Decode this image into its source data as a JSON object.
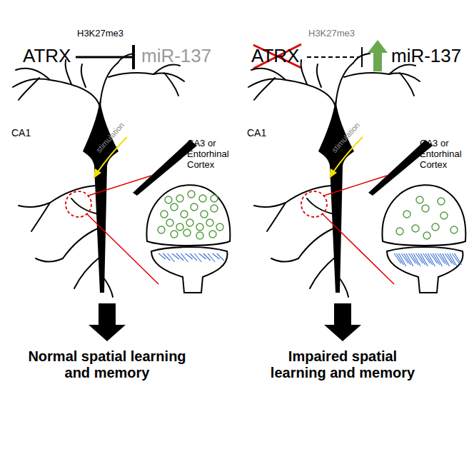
{
  "diagram": {
    "labels": [
      "H3K27me3",
      "ATRX",
      "miR-137",
      "H3K27me3",
      "ATRX",
      "miR-137",
      "CA1",
      "stimulation",
      "CA3 or Entorhinal Cortex",
      "CA1",
      "stimulation",
      "CA3 or Entorhinal Cortex",
      "Normal spatial learning and memory",
      "Impaired spatial learning and memory"
    ]
  }
}
